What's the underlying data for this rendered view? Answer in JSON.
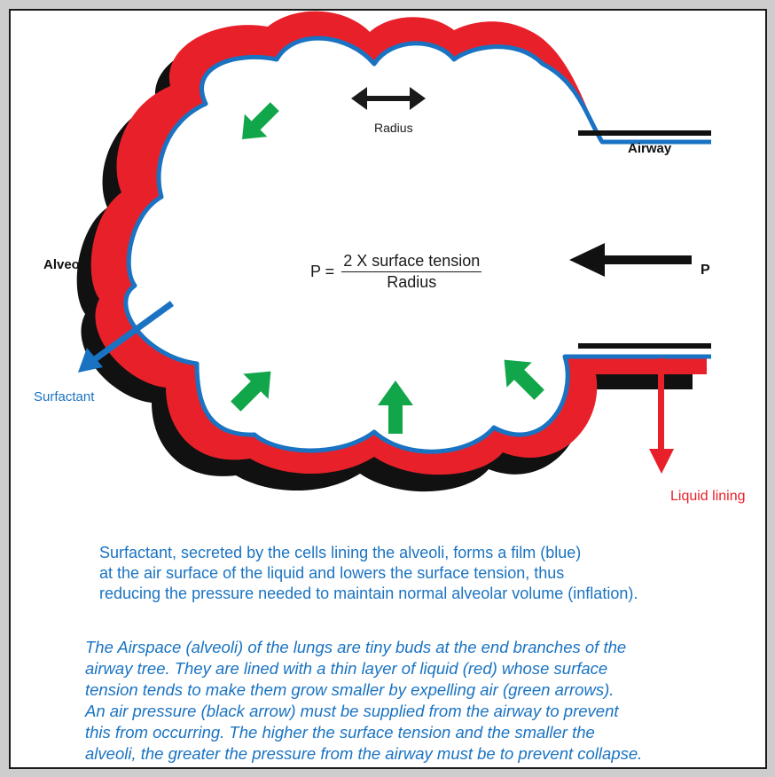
{
  "labels": {
    "radius": "Radius",
    "airway": "Airway",
    "alveoli": "Alveoli",
    "pressure": "P",
    "surfactant": "Surfactant",
    "liquid_lining": "Liquid lining"
  },
  "formula": {
    "lhs": "P =",
    "numerator": "2 X surface tension",
    "denominator": "Radius"
  },
  "caption_top": [
    "Surfactant, secreted by the cells lining the alveoli, forms a film (blue)",
    "at the air surface of the liquid and lowers the surface tension, thus",
    "reducing the pressure needed to maintain normal alveolar volume (inflation)."
  ],
  "caption_bottom": [
    "The Airspace (alveoli) of the lungs are tiny buds at the end branches of the",
    "airway tree. They are lined with a thin layer of liquid (red) whose surface",
    "tension tends to make them grow smaller by expelling air (green arrows).",
    "An air pressure (black arrow) must be supplied from the airway to prevent",
    "this from occurring. The higher the surface tension and the smaller the",
    "alveoli, the greater the pressure from the airway must be to prevent collapse."
  ],
  "colors": {
    "liquid_red": "#e8202a",
    "surfactant_blue": "#1a73c2",
    "arrow_green": "#12a64a",
    "shadow_black": "#111111"
  }
}
